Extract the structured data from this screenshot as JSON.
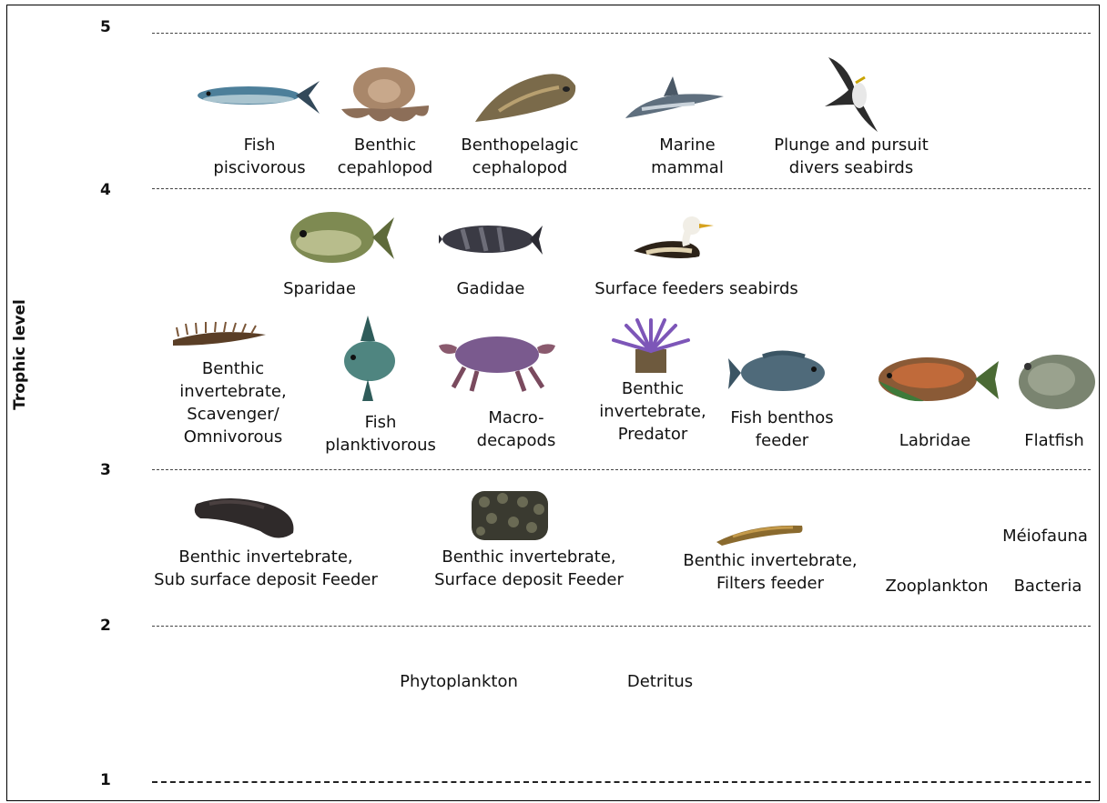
{
  "axis": {
    "label": "Trophic level",
    "ticks": [
      "5",
      "4",
      "3",
      "2",
      "1"
    ]
  },
  "groups": {
    "fish_piscivorous": "Fish\npiscivorous",
    "benthic_cephalopod": "Benthic\ncepahlopod",
    "benthopelagic_cephalopod": "Benthopelagic\ncephalopod",
    "marine_mammal": "Marine\nmammal",
    "plunge_pursuit_seabirds": "Plunge and pursuit\ndivers seabirds",
    "sparidae": "Sparidae",
    "gadidae": "Gadidae",
    "surface_feeders_seabirds": "Surface feeders seabirds",
    "benthic_scavenger": "Benthic\ninvertebrate,\nScavenger/\nOmnivorous",
    "fish_planktivorous": "Fish\nplanktivorous",
    "macro_decapods": "Macro-\ndecapods",
    "benthic_predator": "Benthic\ninvertebrate,\nPredator",
    "fish_benthos_feeder": "Fish benthos\nfeeder",
    "labridae": "Labridae",
    "flatfish": "Flatfish",
    "sub_surface_deposit": "Benthic invertebrate,\nSub surface deposit Feeder",
    "surface_deposit": "Benthic invertebrate,\nSurface deposit Feeder",
    "filters_feeder": "Benthic invertebrate,\nFilters feeder",
    "meiofauna": "Méiofauna",
    "zooplankton": "Zooplankton",
    "bacteria": "Bacteria",
    "phytoplankton": "Phytoplankton",
    "detritus": "Detritus"
  }
}
